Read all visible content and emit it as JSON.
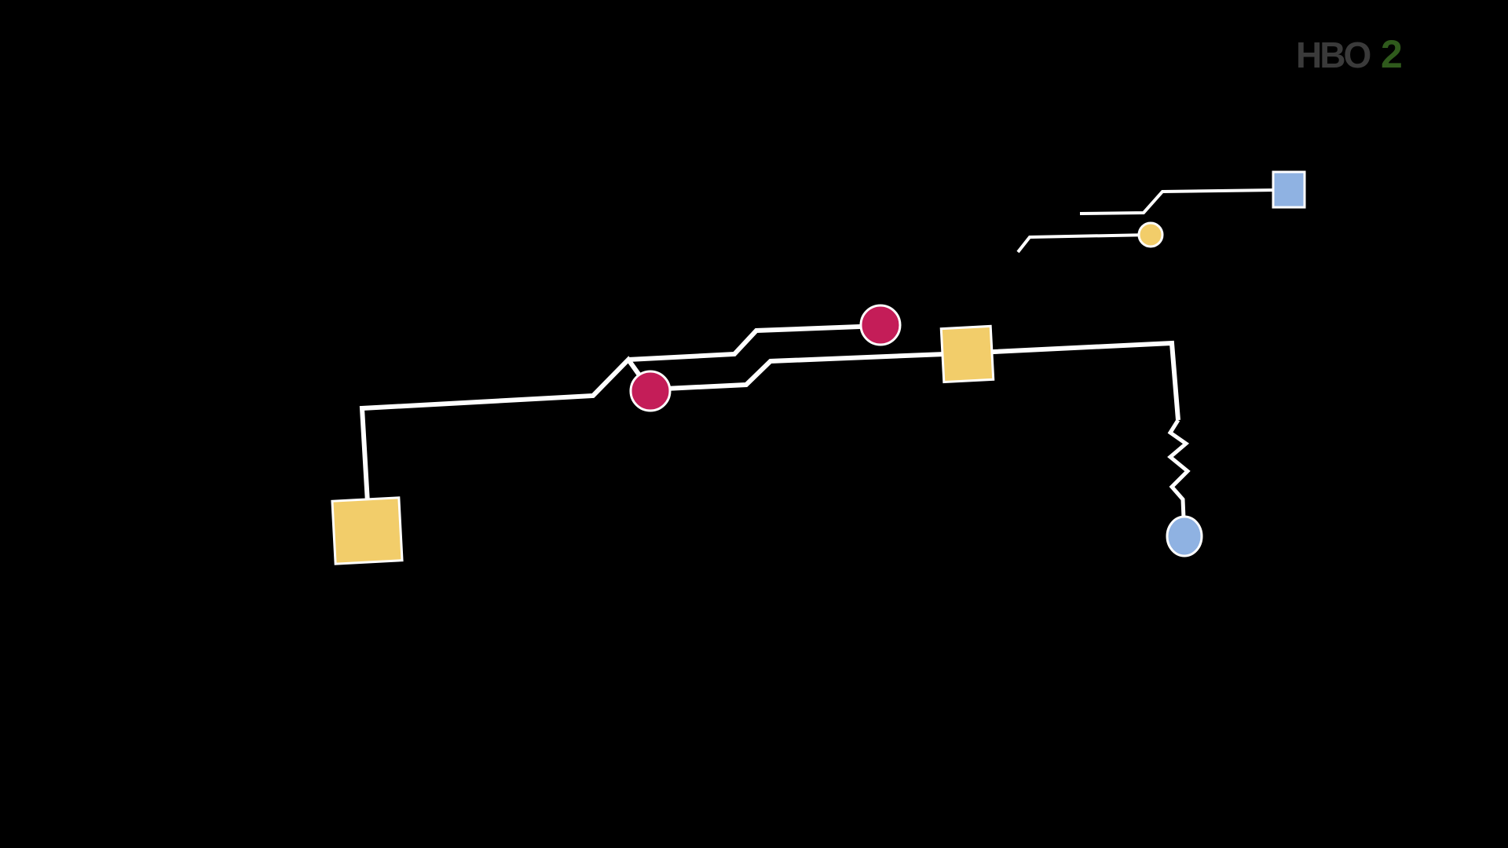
{
  "colors": {
    "background": "#000000",
    "line": "#ffffff",
    "yellow": "#f2cd6a",
    "magenta": "#c41d58",
    "blue": "#8fb2e2",
    "logo_gray": "#3a3a3a",
    "logo_green": "#2f5a1c"
  },
  "logo": {
    "text": "HBO",
    "numeral": "2",
    "icon": "hbo2-logo-icon"
  },
  "diagram": {
    "nodes": [
      {
        "name": "large-yellow-square-left",
        "shape": "square",
        "color": "yellow"
      },
      {
        "name": "magenta-circle-lower",
        "shape": "circle",
        "color": "magenta"
      },
      {
        "name": "magenta-circle-upper",
        "shape": "circle",
        "color": "magenta"
      },
      {
        "name": "yellow-square-center",
        "shape": "square",
        "color": "yellow"
      },
      {
        "name": "blue-circle-bottom",
        "shape": "circle",
        "color": "blue"
      },
      {
        "name": "small-yellow-circle",
        "shape": "circle",
        "color": "yellow"
      },
      {
        "name": "small-blue-square",
        "shape": "square",
        "color": "blue"
      }
    ],
    "connectors": [
      {
        "name": "main-track-line",
        "style": "straight"
      },
      {
        "name": "upper-track-line",
        "style": "straight"
      },
      {
        "name": "spring-connector",
        "style": "zigzag"
      },
      {
        "name": "small-track-upper",
        "style": "straight"
      },
      {
        "name": "small-track-lower",
        "style": "straight"
      }
    ]
  }
}
